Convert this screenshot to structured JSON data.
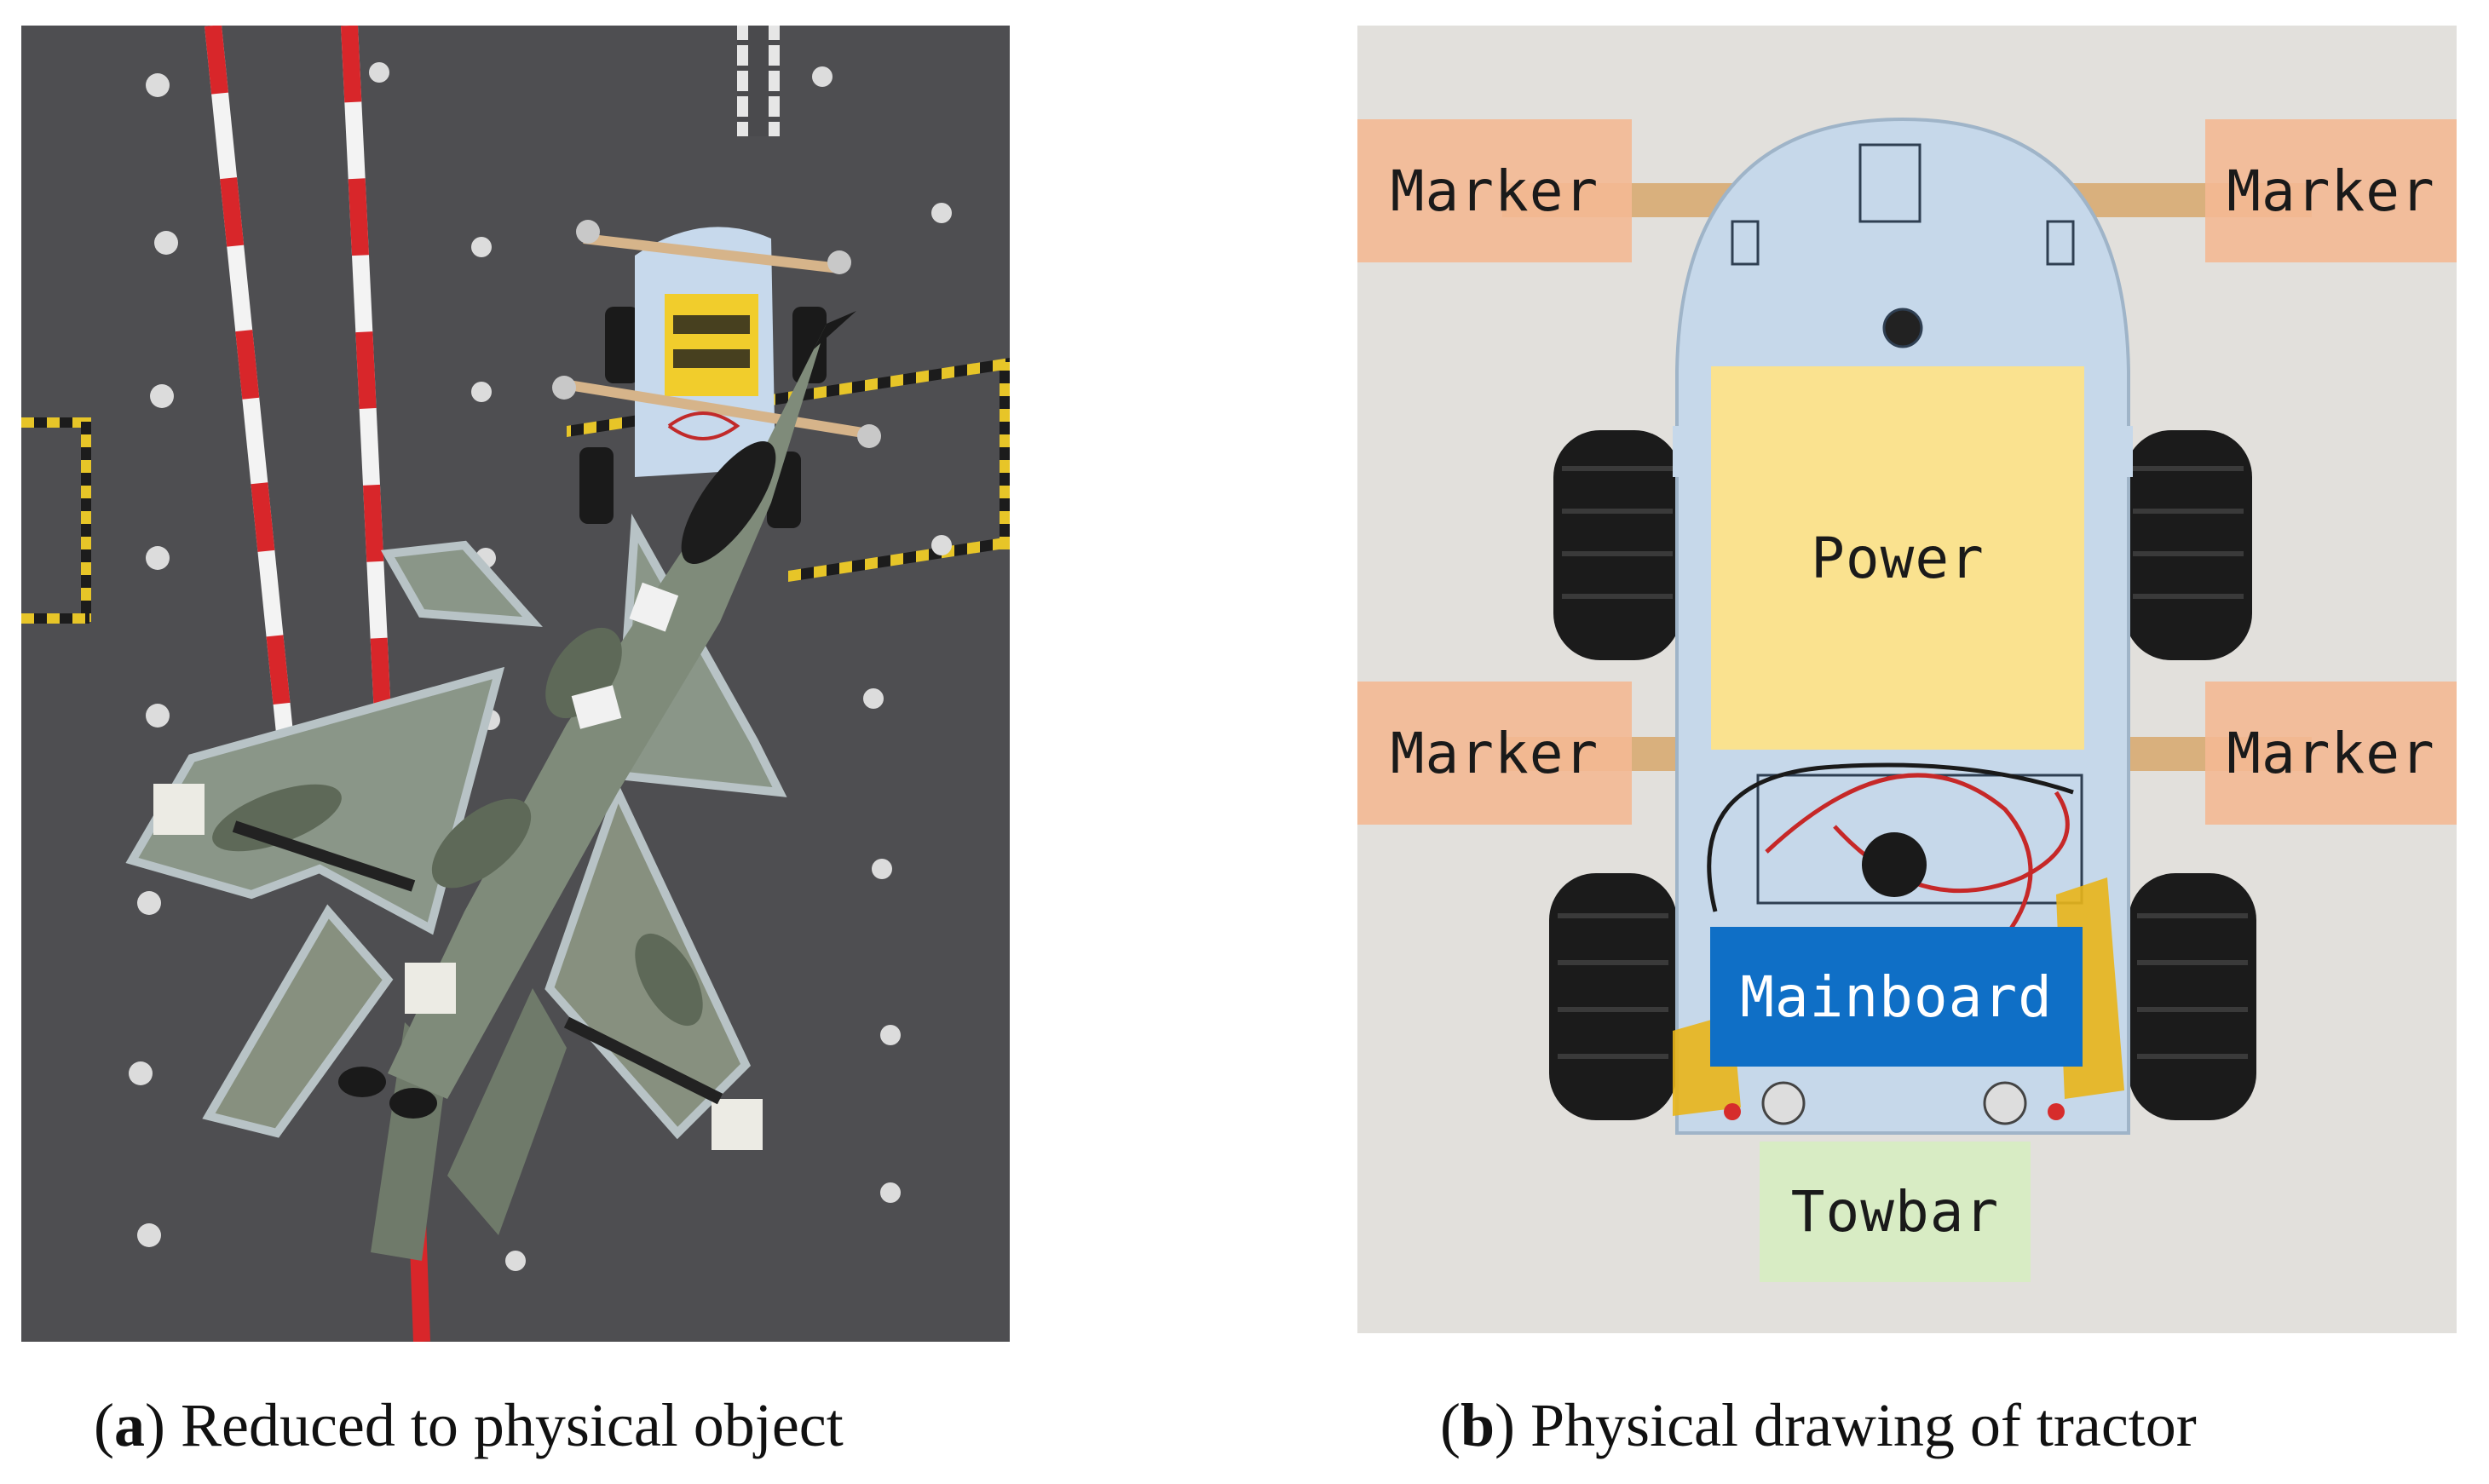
{
  "figure": {
    "panel_a": {
      "letter": "a",
      "caption": "Reduced to physical object"
    },
    "panel_b": {
      "letter": "b",
      "caption": "Physical drawing of tractor",
      "labels": {
        "marker_top_left": "Marker",
        "marker_top_right": "Marker",
        "marker_mid_left": "Marker",
        "marker_mid_right": "Marker",
        "power": "Power",
        "mainboard": "Mainboard",
        "towbar": "Towbar"
      },
      "colors": {
        "marker": "#f4b993",
        "power": "#fde38a",
        "mainboard": "#0f6fc6",
        "towbar": "#d8ecc4"
      }
    }
  }
}
